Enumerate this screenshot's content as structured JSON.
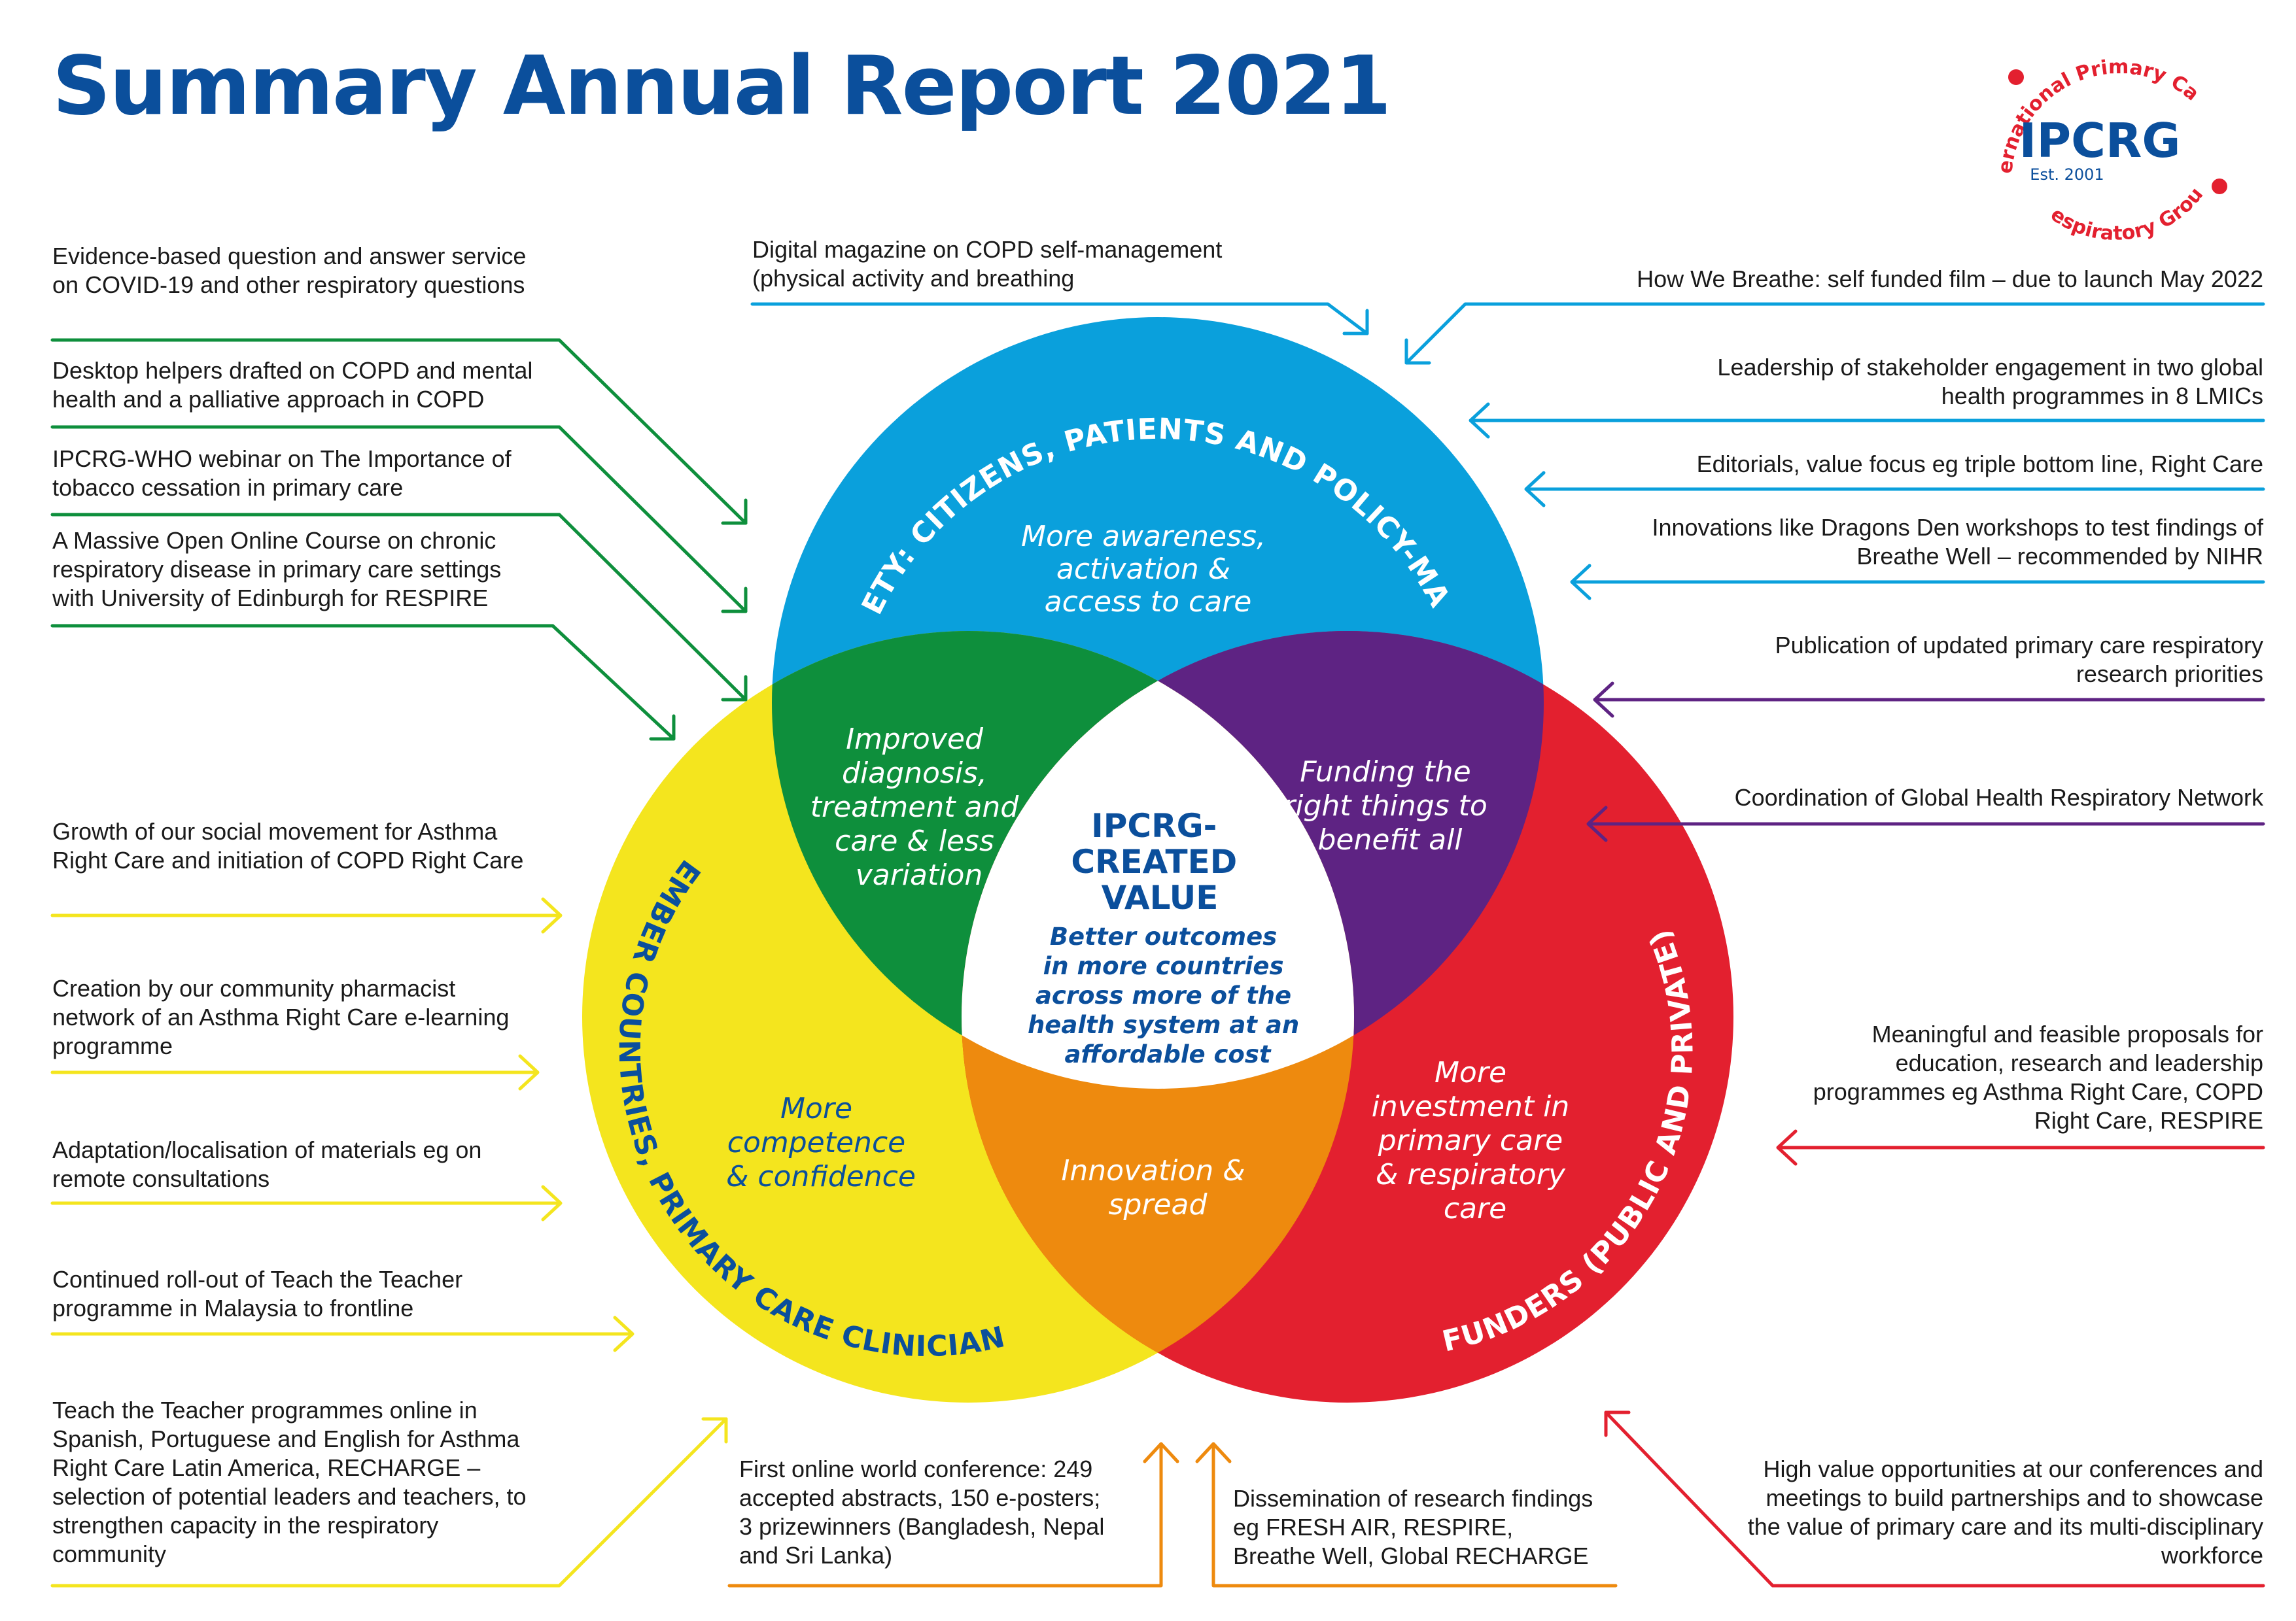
{
  "title": "Summary Annual Report 2021",
  "logo": {
    "acronym": "IPCRG",
    "est": "Est. 2001",
    "ring_text_top": "International Primary Care",
    "ring_text_bottom": "Respiratory Group"
  },
  "colors": {
    "blue": "#0aa0dc",
    "yellow": "#f4e51e",
    "red": "#e3202f",
    "green": "#0e8f3c",
    "purple": "#5e2383",
    "orange": "#ee8a0e",
    "navy": "#0b4f9c"
  },
  "circles": {
    "society": {
      "label": "SOCIETY: CITIZENS, PATIENTS AND POLICY-MAKERS",
      "center_text": [
        "More awareness,",
        "activation &",
        "access to care"
      ]
    },
    "members": {
      "label": "MEMBER COUNTRIES, PRIMARY CARE CLINICIANS",
      "center_text": [
        "More",
        "competence",
        "& confidence"
      ]
    },
    "funders": {
      "label": "FUNDERS (PUBLIC AND PRIVATE)",
      "center_text": [
        "More",
        "investment in",
        "primary care",
        "& respiratory",
        "care"
      ]
    }
  },
  "overlaps": {
    "society_members": [
      "Improved",
      "diagnosis,",
      "treatment and",
      "care & less",
      "variation"
    ],
    "society_funders": [
      "Funding the",
      "right things to",
      "benefit all"
    ],
    "members_funders": [
      "Innovation &",
      "spread"
    ],
    "center_title": [
      "IPCRG-",
      "CREATED",
      "VALUE"
    ],
    "center_text": [
      "Better outcomes",
      "in more countries",
      "across more of the",
      "health system at an",
      "affordable cost"
    ]
  },
  "notes": {
    "left": [
      "Evidence-based question and answer service on COVID-19 and other respiratory questions",
      "Desktop helpers drafted on COPD and mental health and a palliative approach in COPD",
      "IPCRG-WHO webinar on The Importance of tobacco cessation in primary care",
      "A Massive Open Online Course on chronic respiratory disease in primary care settings with University of Edinburgh for RESPIRE",
      "Growth of our social movement for Asthma Right Care and initiation of COPD Right Care",
      "Creation by our community pharmacist network of an Asthma Right Care e-learning programme",
      "Adaptation/localisation of materials eg on remote consultations",
      "Continued roll-out of Teach the Teacher programme in Malaysia to frontline",
      "Teach the Teacher programmes online in Spanish, Portuguese and English for Asthma Right Care Latin America, RECHARGE – selection of potential leaders and teachers, to strengthen capacity in the respiratory community"
    ],
    "top": "Digital magazine on COPD self-management (physical activity and breathing",
    "right": [
      "How We Breathe: self funded film – due to launch May 2022",
      "Leadership of stakeholder engagement in two global health programmes in 8 LMICs",
      "Editorials, value focus eg triple bottom line, Right Care",
      "Innovations like Dragons Den workshops to test findings of Breathe Well – recommended by NIHR",
      "Publication of updated primary care respiratory research priorities",
      "Coordination of Global Health Respiratory Network",
      "Meaningful and feasible proposals for education, research and leadership programmes eg Asthma Right Care, COPD Right Care, RESPIRE",
      "High value opportunities at our conferences and meetings to build partnerships and to showcase the value of primary care and its multi-disciplinary workforce"
    ],
    "bottom": [
      "First online world conference: 249 accepted abstracts, 150 e-posters; 3 prizewinners (Bangladesh, Nepal and Sri Lanka)",
      "Dissemination of research findings eg FRESH AIR, RESPIRE, Breathe Well, Global RECHARGE"
    ]
  }
}
